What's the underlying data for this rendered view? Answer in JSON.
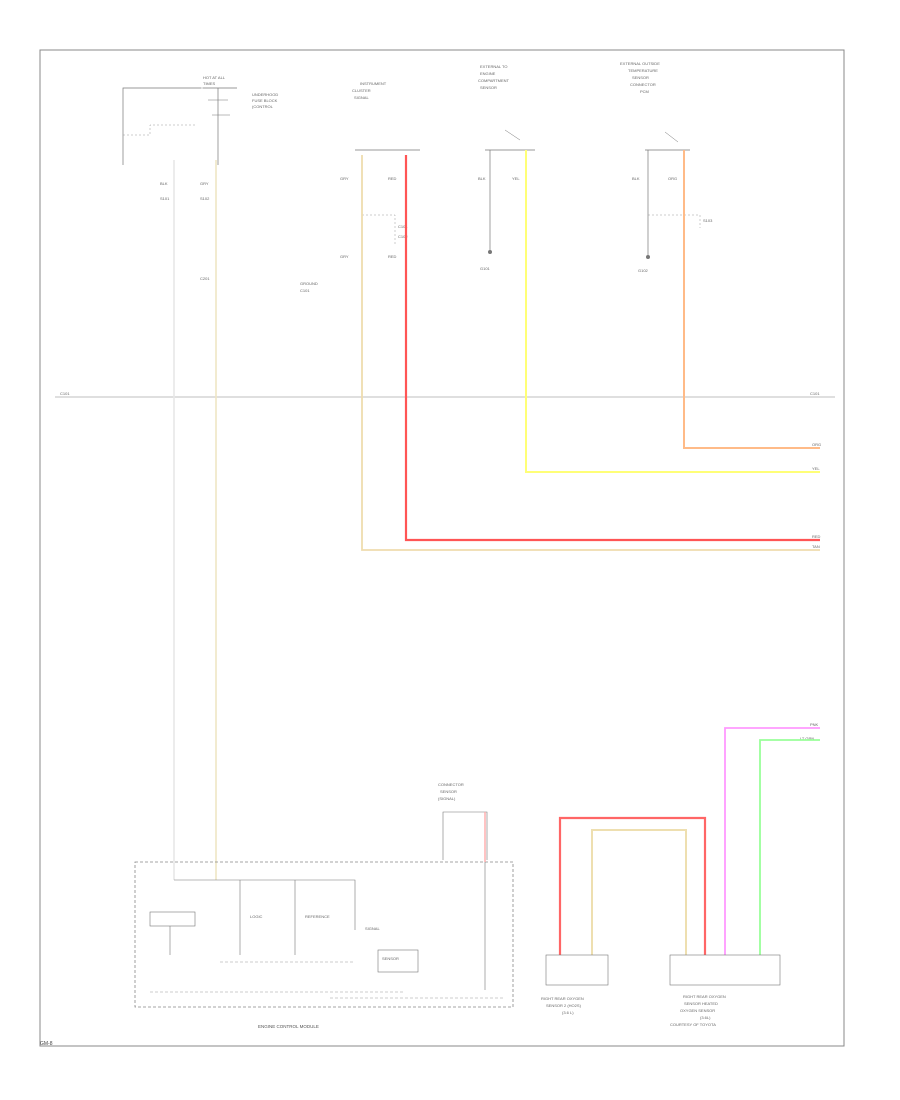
{
  "diagram": {
    "fuse_block_label": [
      "HOT AT ALL",
      "TIMES"
    ],
    "fuse_desc": [
      "UNDERHOOD",
      "FUSE BLOCK",
      "(CONTROL"
    ],
    "cluster_label": [
      "INSTRUMENT",
      "CLUSTER",
      "SIGNAL"
    ],
    "ecm_label": [
      "EXTERNAL TO",
      "ENGINE",
      "COMPARTMENT",
      "SENSOR"
    ],
    "pcm_label": [
      "EXTERNAL OUTSIDE",
      "TEMPERATURE",
      "SENSOR",
      "CONNECTOR",
      "PCM"
    ],
    "wire_codes_top": [
      "BLK",
      "GRY",
      "YEL",
      "RED",
      "ORG"
    ],
    "ground_labels": [
      "GROUND",
      "G101",
      "G102",
      "G103"
    ],
    "right_connectors": [
      "ORG",
      "YEL",
      "RED",
      "TAN",
      "PNK",
      "LT GRN"
    ],
    "module_label": "ENGINE CONTROL MODULE",
    "module_sub": [
      "LOGIC",
      "REFERENCE",
      "SIGNAL",
      "SENSOR"
    ],
    "sensor_left_label": [
      "RIGHT REAR OXYGEN",
      "SENSOR 2 (HO2S)",
      "(3.6 L)"
    ],
    "sensor_right_label": [
      "RIGHT REAR OXYGEN",
      "SENSOR HEATED",
      "OXYGEN SENSOR",
      "(3.6L)",
      "COURTESY OF TOYOTA"
    ],
    "lower_connector_label": [
      "CONNECTOR",
      "SENSOR",
      "(SIGNAL)"
    ],
    "footer": "GM-8"
  }
}
